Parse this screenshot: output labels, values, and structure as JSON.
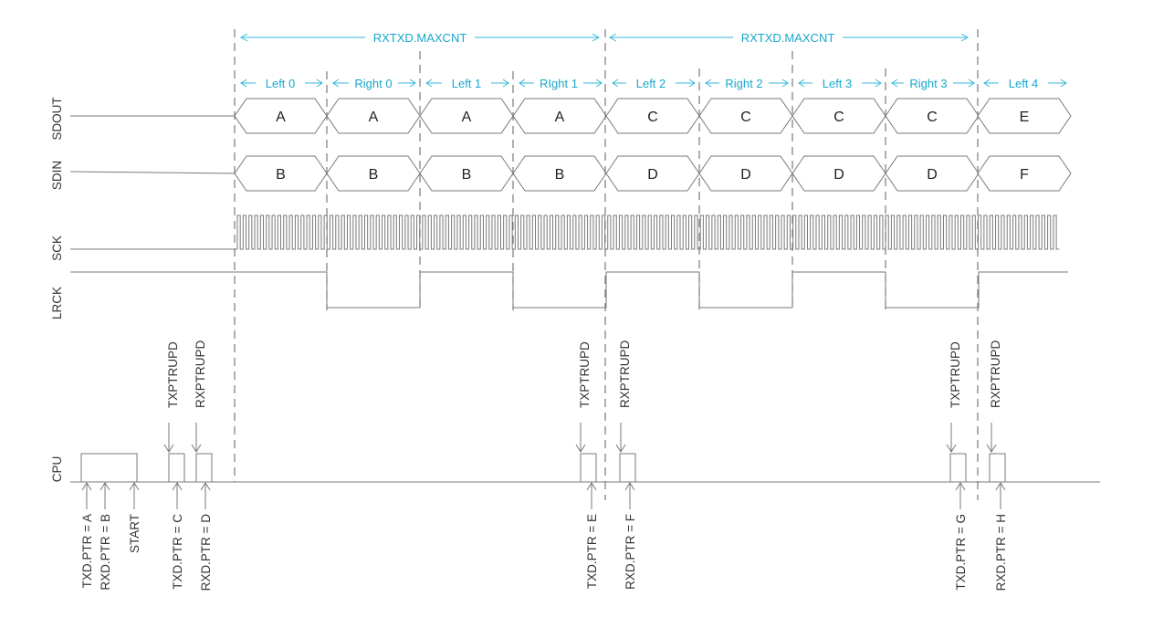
{
  "signals": {
    "sdout": "SDOUT",
    "sdin": "SDIN",
    "sck": "SCK",
    "lrck": "LRCK",
    "cpu": "CPU"
  },
  "maxcnt": [
    "RXTXD.MAXCNT",
    "RXTXD.MAXCNT"
  ],
  "frames": [
    {
      "label": "Left 0",
      "sdout": "A",
      "sdin": "B"
    },
    {
      "label": "Right 0",
      "sdout": "A",
      "sdin": "B"
    },
    {
      "label": "Left 1",
      "sdout": "A",
      "sdin": "B"
    },
    {
      "label": "RIght 1",
      "sdout": "A",
      "sdin": "B"
    },
    {
      "label": "Left 2",
      "sdout": "C",
      "sdin": "D"
    },
    {
      "label": "Right 2",
      "sdout": "C",
      "sdin": "D"
    },
    {
      "label": "Left 3",
      "sdout": "C",
      "sdin": "D"
    },
    {
      "label": "Right 3",
      "sdout": "C",
      "sdin": "D"
    },
    {
      "label": "Left 4",
      "sdout": "E",
      "sdin": "F"
    }
  ],
  "events_above": [
    "TXPTRUPD",
    "RXPTRUPD",
    "TXPTRUPD",
    "RXPTRUPD",
    "TXPTRUPD",
    "RXPTRUPD"
  ],
  "events_below": [
    "TXD.PTR = A",
    "RXD.PTR = B",
    "START",
    "TXD.PTR = C",
    "RXD.PTR = D",
    "TXD.PTR = E",
    "RXD.PTR = F",
    "TXD.PTR = G",
    "RXD.PTR = H"
  ]
}
